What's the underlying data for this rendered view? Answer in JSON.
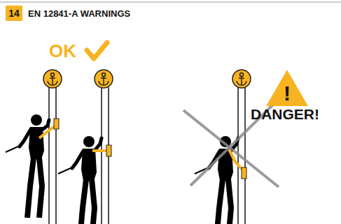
{
  "diagram": {
    "title": "EN 12841-A WARNINGS",
    "nodes": [
      {
        "text": [
          "14"
        ]
      },
      {
        "text": [
          "!"
        ]
      }
    ],
    "labels": [
      "OK",
      "DANGER!"
    ]
  }
}
